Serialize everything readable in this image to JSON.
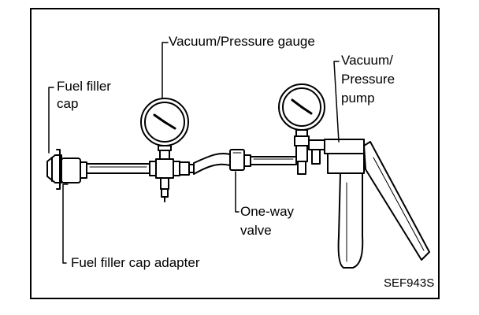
{
  "labels": {
    "fuel_filler_cap_line1": "Fuel filler",
    "fuel_filler_cap_line2": "cap",
    "gauge": "Vacuum/Pressure gauge",
    "pump_line1": "Vacuum/",
    "pump_line2": "Pressure",
    "pump_line3": "pump",
    "valve_line1": "One-way",
    "valve_line2": "valve",
    "adapter": "Fuel filler cap adapter",
    "code": "SEF943S"
  }
}
